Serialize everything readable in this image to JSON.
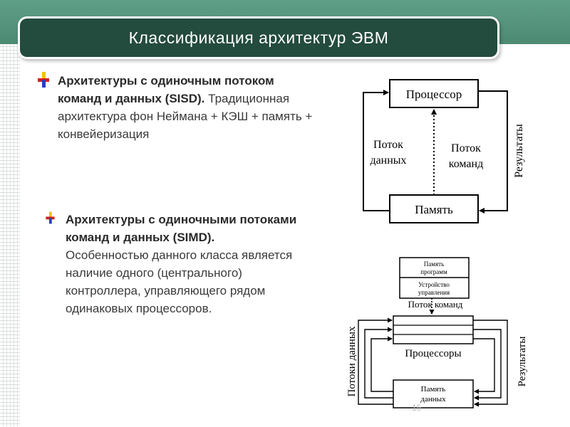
{
  "title": "Классификация архитектур ЭВМ",
  "page_number": "15",
  "sisd": {
    "heading": "Архитектуры с одиночным потоком команд и данных (SISD).",
    "body": "Традиционная архитектура фон Неймана + КЭШ + память + конвейеризация"
  },
  "simd": {
    "heading": "Архитектуры с одиночными потоками команд и данных (SIMD).",
    "body": "Особенностью данного класса является наличие одного (центрального) контроллера, управляющего рядом одинаковых процессоров."
  },
  "diagram_sisd": {
    "processor": "Процессор",
    "memory": "Память",
    "data_flow_1": "Поток",
    "data_flow_2": "данных",
    "cmd_flow_1": "Поток",
    "cmd_flow_2": "команд",
    "results": "Результаты"
  },
  "diagram_simd": {
    "program_memory_1": "Память",
    "program_memory_2": "программ",
    "control_unit_1": "Устройство",
    "control_unit_2": "управления",
    "cmd_flow": "Поток команд",
    "processors": "Процессоры",
    "data_memory_1": "Память",
    "data_memory_2": "данных",
    "data_flows": "Потоки данных",
    "results": "Результаты"
  }
}
